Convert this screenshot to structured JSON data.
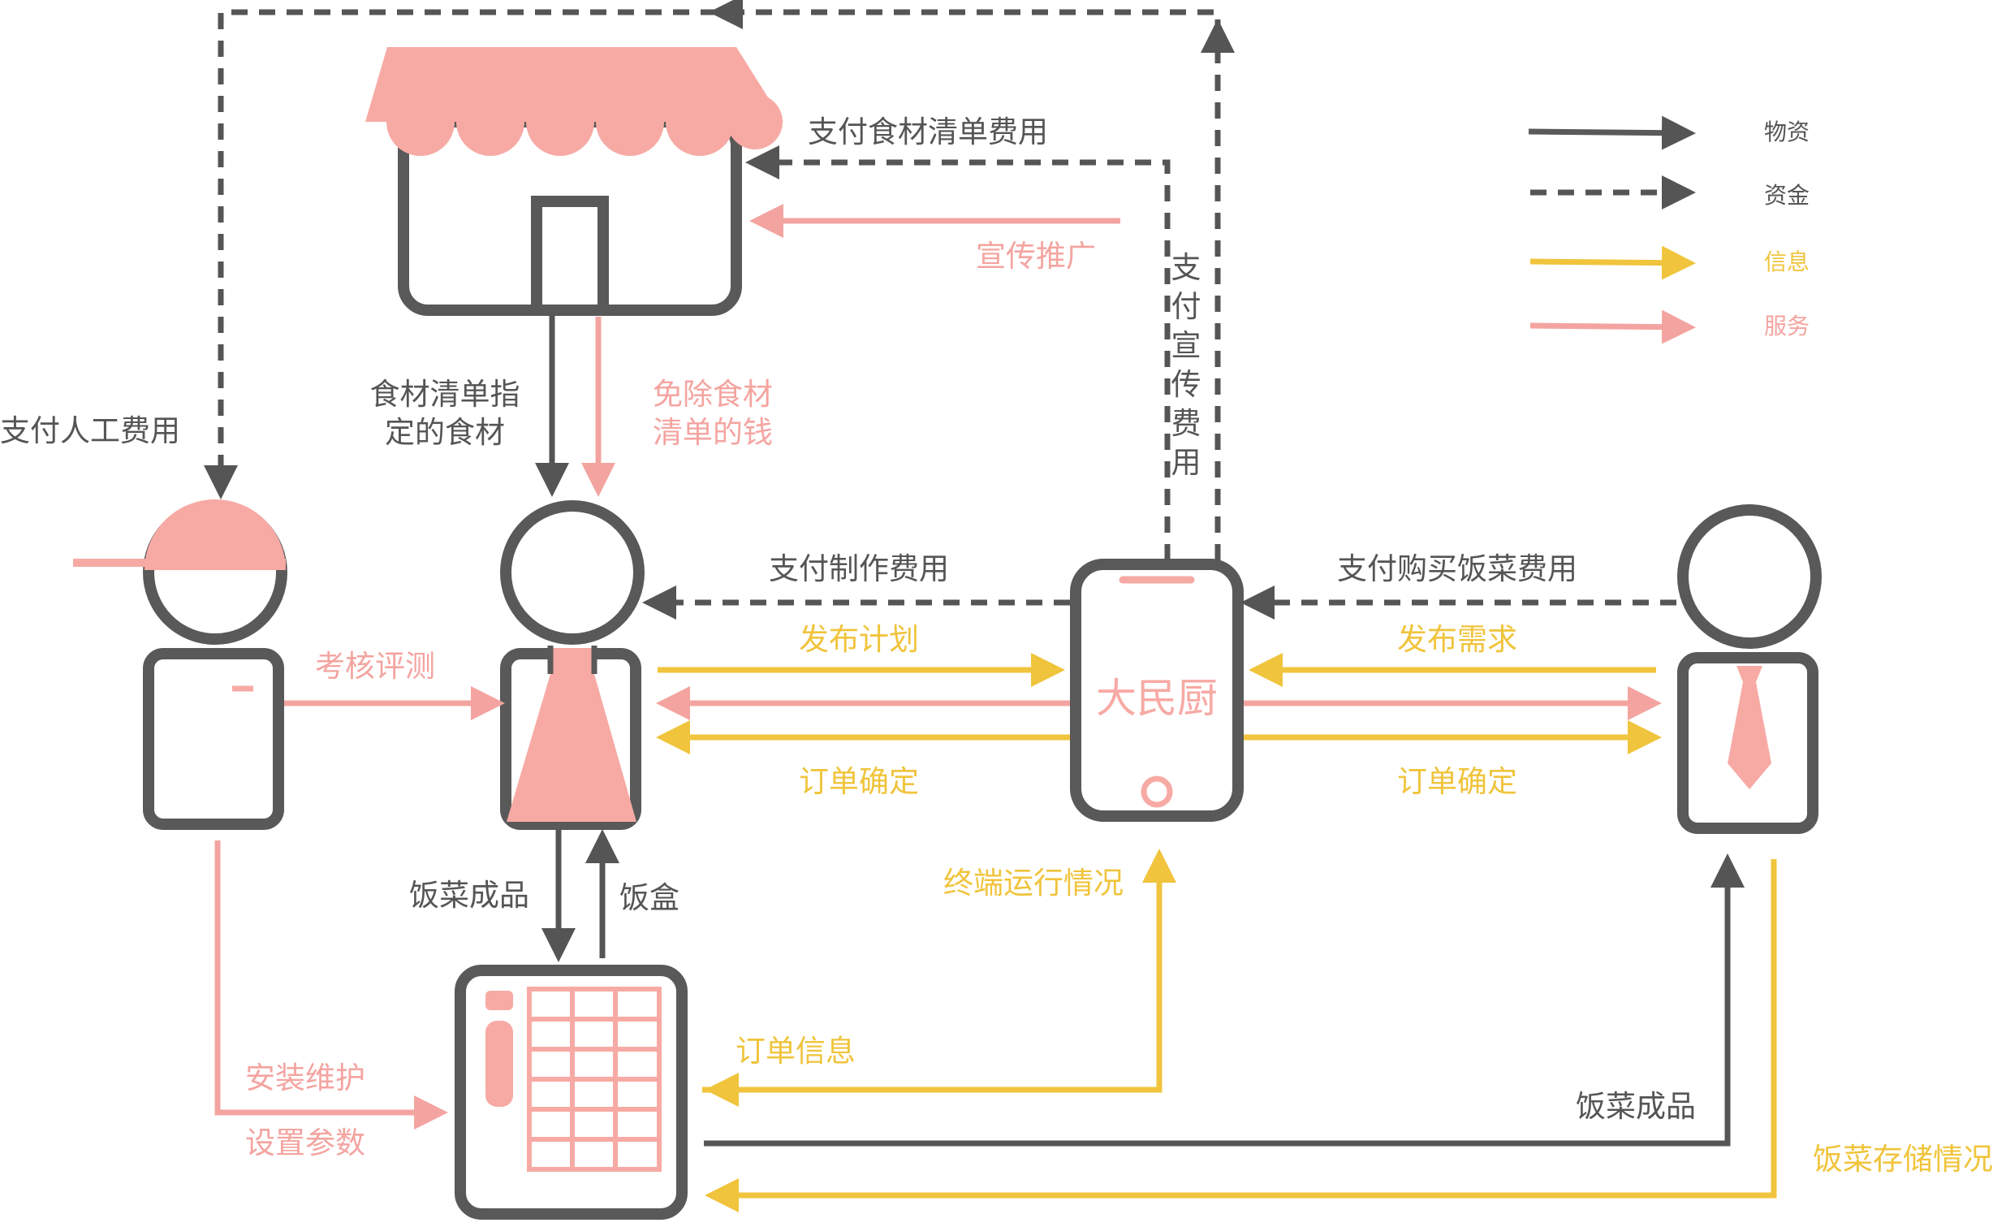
{
  "colors": {
    "material": "#5a5a5a",
    "funds": "#595959",
    "information": "#f0c43c",
    "service": "#f4a4a0",
    "outline": "#595959",
    "accent_pink": "#f7aaa4"
  },
  "legend": {
    "material": "物资",
    "funds": "资金",
    "information": "信息",
    "service": "服务"
  },
  "nodes": {
    "store": "store-icon",
    "technician": "technician-person-icon",
    "chef": "chef-person-icon",
    "app": {
      "icon": "phone-app-icon",
      "name": "大民厨"
    },
    "customer": "customer-person-icon",
    "locker": "food-locker-icon"
  },
  "labels": {
    "pay_ingredient_list": "支付食材清单费用",
    "promotion": "宣传推广",
    "pay_promotion": [
      "支",
      "付",
      "宣",
      "传",
      "费",
      "用"
    ],
    "pay_labor": "支付人工费用",
    "ingredients_line1": "食材清单指",
    "ingredients_line2": "定的食材",
    "waive_line1": "免除食材",
    "waive_line2": "清单的钱",
    "pay_production": "支付制作费用",
    "pay_purchase": "支付购买饭菜费用",
    "assess": "考核评测",
    "publish_plan": "发布计划",
    "order_confirm_left": "订单确定",
    "publish_demand": "发布需求",
    "order_confirm_right": "订单确定",
    "finished_dishes_left": "饭菜成品",
    "lunchbox": "饭盒",
    "terminal_status": "终端运行情况",
    "order_info": "订单信息",
    "install_line1": "安装维护",
    "install_line2": "设置参数",
    "finished_dishes_right": "饭菜成品",
    "storage_status": "饭菜存储情况"
  }
}
